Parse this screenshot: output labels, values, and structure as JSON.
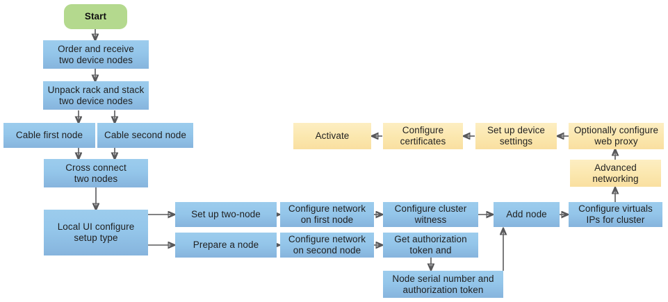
{
  "diagram": {
    "title": "Two-node device deployment flowchart",
    "background": "#ffffff",
    "colors": {
      "start_fill": "#b4d98e",
      "process_fill_blue": "#94c6ea",
      "process_fill_yellow": "#fbe7ae",
      "arrow": "#58585a",
      "text": "#1f1f1f"
    },
    "nodes": {
      "start": "Start",
      "order_receive": "Order and receive\ntwo device nodes",
      "unpack_rack": "Unpack rack and stack\ntwo device nodes",
      "cable_first": "Cable first node",
      "cable_second": "Cable second node",
      "cross_connect": "Cross connect\ntwo nodes",
      "local_ui": "Local UI configure\nsetup type",
      "setup_two_node": "Set up two-node",
      "prepare_node": "Prepare a node",
      "config_net_first": "Configure network\non first node",
      "config_net_second": "Configure network\non second node",
      "cluster_witness": "Configure cluster\nwitness",
      "get_auth_token": "Get authorization\ntoken and",
      "node_serial": "Node serial number and\nauthorization token",
      "add_node": "Add node",
      "config_virtual_ips": "Configure virtuals\nIPs for cluster",
      "advanced_networking": "Advanced\nnetworking",
      "web_proxy": "Optionally configure\nweb proxy",
      "device_settings": "Set up device\nsettings",
      "config_certificates": "Configure\ncertificates",
      "activate": "Activate"
    }
  }
}
